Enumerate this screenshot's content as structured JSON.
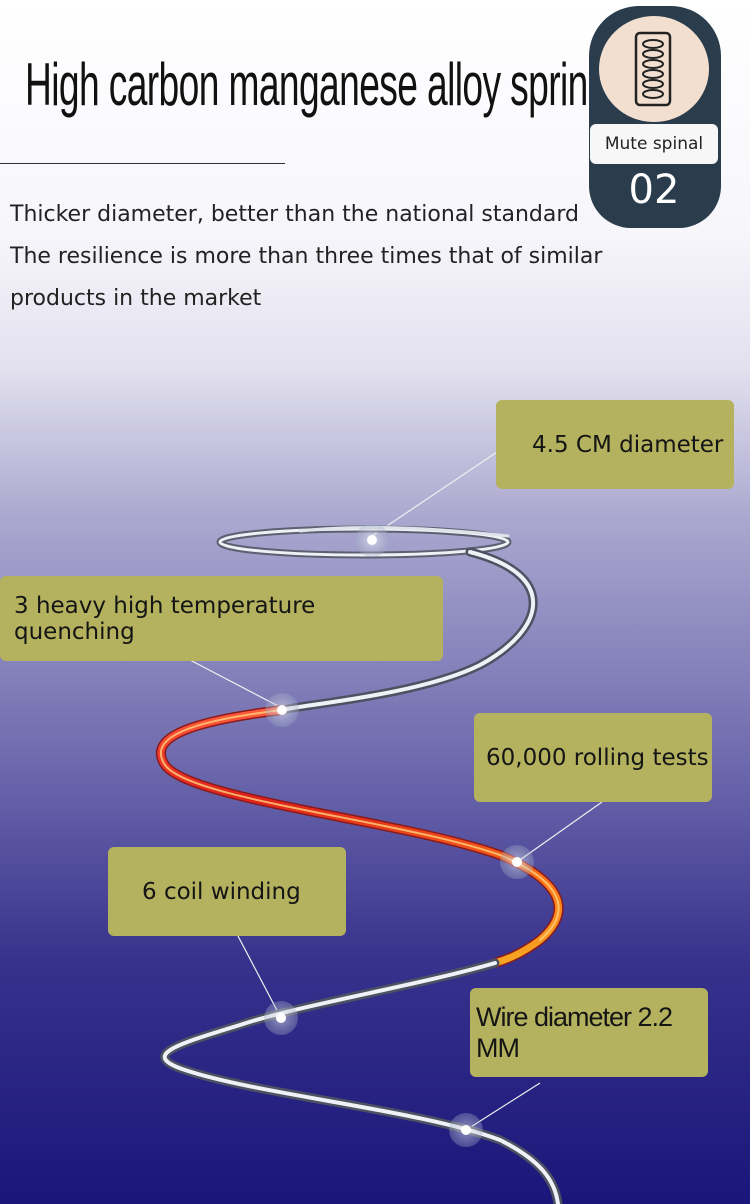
{
  "title": "High carbon manganese alloy spring",
  "badge": {
    "icon": "spring-icon",
    "label": "Mute spinal",
    "number": "02"
  },
  "description": {
    "line1": "Thicker diameter, better than the national standard",
    "line2": "The resilience is more than three times that of similar",
    "line3": "products in the market"
  },
  "callouts": {
    "diameter": "4.5 CM diameter",
    "quenching": "3 heavy high temperature quenching",
    "rolling": "60,000 rolling tests",
    "coil": "6 coil winding",
    "wire": "Wire diameter 2.2 MM"
  },
  "colors": {
    "callout_bg": "#b4b25e",
    "badge_bg": "#2b3d4c",
    "spring_hot": "#e0201c",
    "spring_warm": "#f5a623",
    "spring_metal": "#e8ecf2"
  }
}
